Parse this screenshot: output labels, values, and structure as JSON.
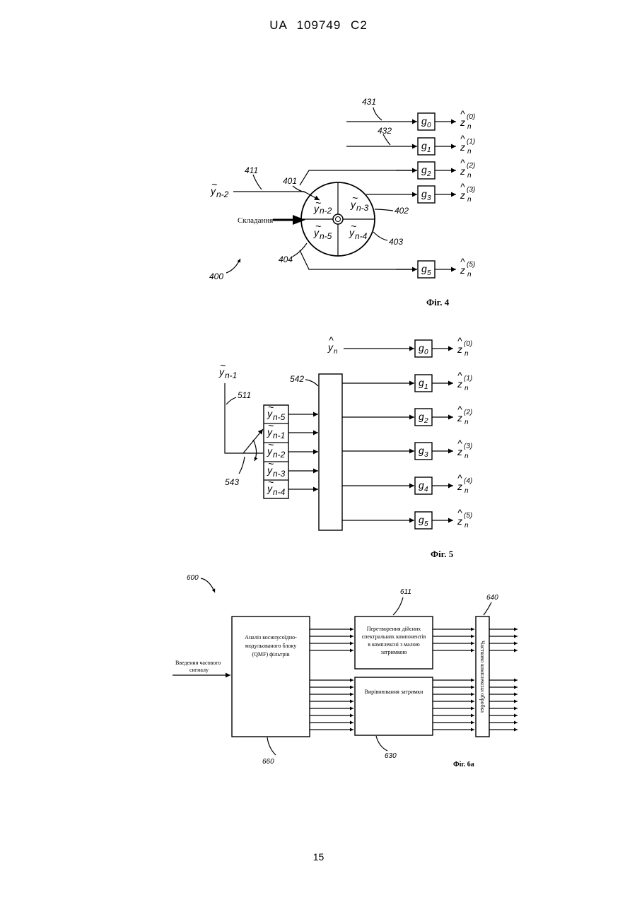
{
  "header": {
    "text": "UA 109749 C2"
  },
  "page_number": "15",
  "fig4": {
    "caption": "Фіг. 4",
    "ref_main": "400",
    "ref_431": "431",
    "ref_432": "432",
    "ref_411": "411",
    "ref_401": "401",
    "ref_402": "402",
    "ref_403": "403",
    "ref_404": "404",
    "input_var": "n-2",
    "input_label": "Складання",
    "sector_tl": "n-2",
    "sector_tr": "n-3",
    "sector_bl": "n-5",
    "sector_br": "n-4",
    "filters": [
      "0",
      "1",
      "2",
      "3",
      "5"
    ],
    "outputs": [
      "(0)",
      "(1)",
      "(2)",
      "(3)",
      "(5)"
    ]
  },
  "fig5": {
    "caption": "Фіг. 5",
    "ref_511": "511",
    "ref_542": "542",
    "ref_543": "543",
    "input_top": "n",
    "input_left": "n-1",
    "registers": [
      "n-5",
      "n-1",
      "n-2",
      "n-3",
      "n-4"
    ],
    "filters": [
      "0",
      "1",
      "2",
      "3",
      "4",
      "5"
    ],
    "outputs": [
      "(0)",
      "(1)",
      "(2)",
      "(3)",
      "(4)",
      "(5)"
    ]
  },
  "fig6a": {
    "caption": "Фіг. 6а",
    "ref_600": "600",
    "ref_611": "611",
    "ref_640": "640",
    "ref_660": "660",
    "ref_630": "630",
    "input_label_1": "Введення часового",
    "input_label_2": "сигналу",
    "qmf_1": "Аналіз косинусоїдно-",
    "qmf_2": "модульованого блоку",
    "qmf_3": "(QMF) фільтрів",
    "conv_1": "Перетворення дійсних",
    "conv_2": "спектральних компонентів",
    "conv_3": "в комплексні з малою",
    "conv_4": "затримкою",
    "delay": "Вирівнювання затримки",
    "partial": "Частково комплексна обробка"
  }
}
